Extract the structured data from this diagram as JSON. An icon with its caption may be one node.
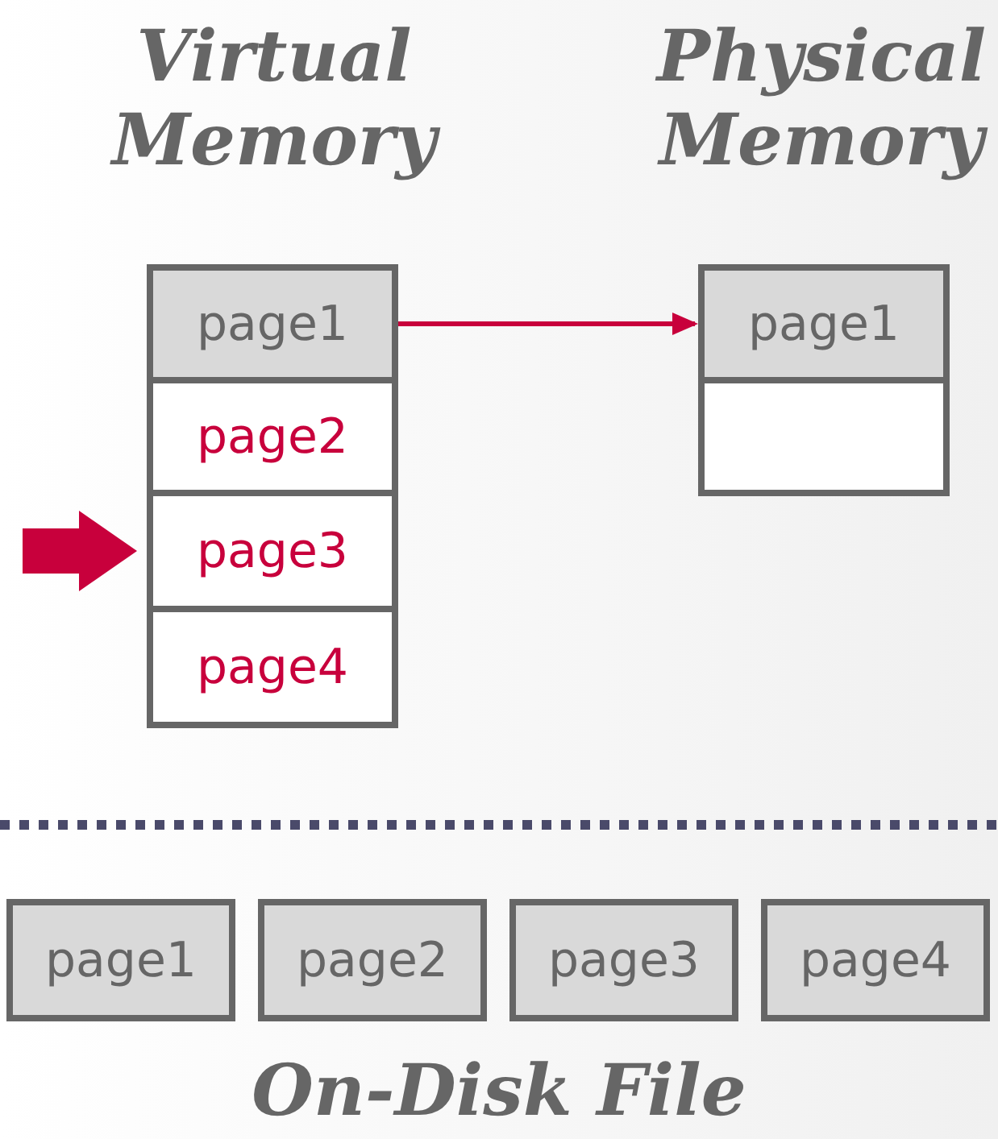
{
  "diagram": {
    "nodes": [
      {
        "text": [
          "Virtual Memory"
        ]
      },
      {
        "text": [
          "page1"
        ],
        "in": 0
      },
      {
        "text": [
          "page2"
        ],
        "in": 0
      },
      {
        "text": [
          "page3"
        ],
        "in": 0
      },
      {
        "text": [
          "page4"
        ],
        "in": 0
      },
      {
        "text": [
          "Physical Memory"
        ]
      },
      {
        "text": [
          "page1"
        ],
        "in": 5
      },
      {
        "text": [],
        "shape": "box",
        "in": 5
      },
      {
        "text": [
          "On-Disk File"
        ]
      },
      {
        "text": [
          "page1"
        ],
        "in": 8
      },
      {
        "text": [
          "page2"
        ],
        "in": 8
      },
      {
        "text": [
          "page3"
        ],
        "in": 8
      },
      {
        "text": [
          "page4"
        ],
        "in": 8
      }
    ],
    "edges": [
      {
        "from": 1,
        "to": 6,
        "arrow": "to",
        "color": "#c8003c"
      },
      {
        "from": null,
        "to": 3,
        "arrow": "to",
        "style": "thick",
        "color": "#c8003c"
      }
    ]
  }
}
